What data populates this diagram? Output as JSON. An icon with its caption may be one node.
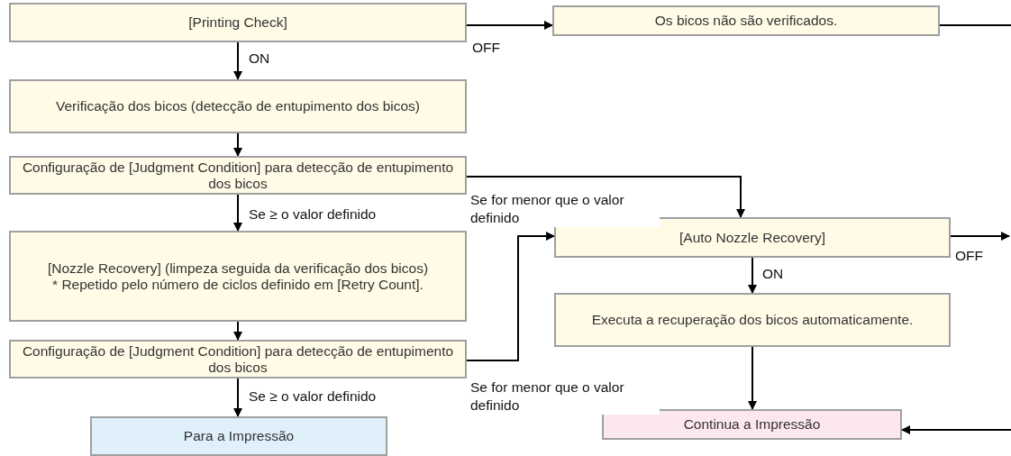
{
  "diagram": {
    "nodes": [
      {
        "text": [
          "[Printing Check]"
        ]
      },
      {
        "text": [
          "Os bicos não são verificados."
        ]
      },
      {
        "text": [
          "Verificação dos bicos (detecção de entupimento dos bicos)"
        ]
      },
      {
        "text": [
          "Configuração de [Judgment Condition] para detecção de entupimento dos bicos"
        ]
      },
      {
        "text": [
          "[Nozzle Recovery] (limpeza seguida da verificação dos bicos)",
          "* Repetido pelo número de ciclos definido em [Retry Count]."
        ]
      },
      {
        "text": [
          "Configuração de [Judgment Condition] para detecção de entupimento dos bicos"
        ]
      },
      {
        "text": [
          "[Auto Nozzle Recovery]"
        ]
      },
      {
        "text": [
          "Executa a recuperação dos bicos automaticamente."
        ]
      },
      {
        "text": [
          "Para a Impressão"
        ]
      },
      {
        "text": [
          "Continua a Impressão"
        ]
      }
    ],
    "edges": [
      {
        "from": 0,
        "to": 1,
        "arrow": "to",
        "label": "OFF"
      },
      {
        "from": 0,
        "to": 2,
        "arrow": "to",
        "label": "ON"
      },
      {
        "from": 2,
        "to": 3,
        "arrow": "to"
      },
      {
        "from": 3,
        "to": 4,
        "arrow": "to",
        "label": "Se ≥ o valor definido"
      },
      {
        "from": 3,
        "to": 6,
        "arrow": "to",
        "label": "Se for menor que o valor definido"
      },
      {
        "from": 4,
        "to": 5,
        "arrow": "to"
      },
      {
        "from": 5,
        "to": 6,
        "arrow": "to",
        "label": "Se for menor que o valor definido"
      },
      {
        "from": 5,
        "to": 8,
        "arrow": "to",
        "label": "Se ≥ o valor definido"
      },
      {
        "from": 6,
        "to": null,
        "arrow": "to",
        "label": "OFF"
      },
      {
        "from": 6,
        "to": 7,
        "arrow": "to",
        "label": "ON"
      },
      {
        "from": 7,
        "to": 9,
        "arrow": "to"
      },
      {
        "from": 1,
        "to": null,
        "arrow": "none"
      },
      {
        "from": null,
        "to": 9,
        "arrow": "to"
      }
    ]
  }
}
